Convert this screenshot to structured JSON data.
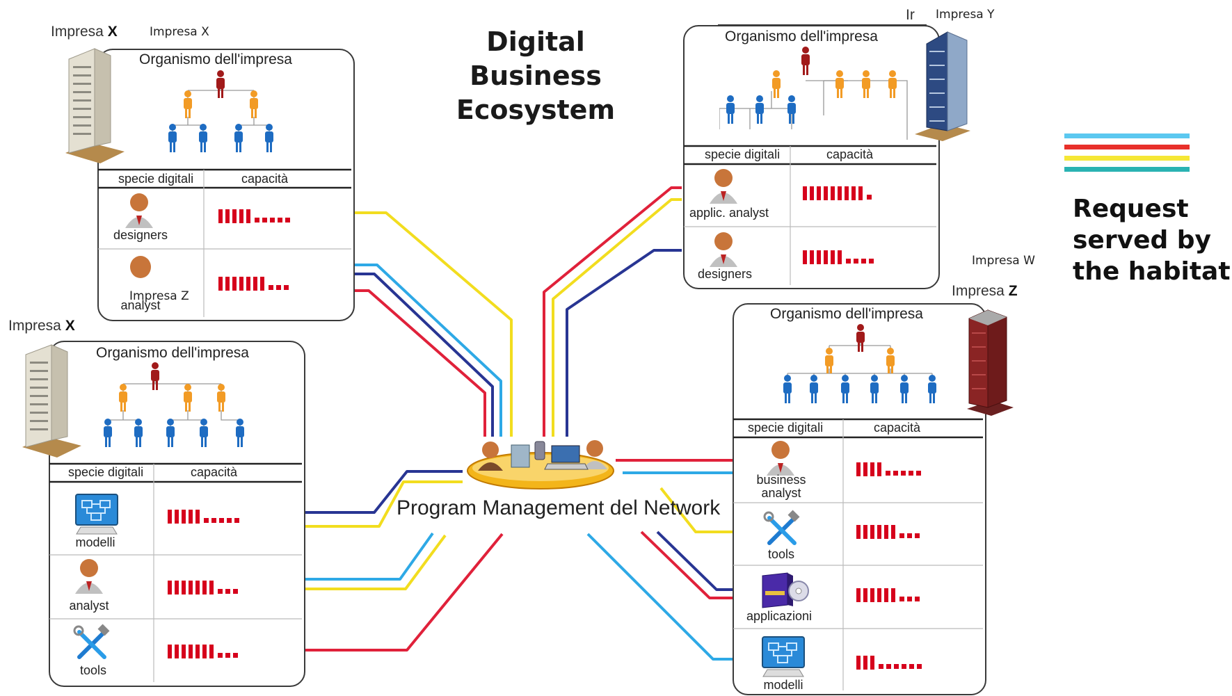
{
  "title": [
    "Digital",
    "Business",
    "Ecosystem"
  ],
  "hub": {
    "label": "Program Management del Network"
  },
  "legend": {
    "colors": [
      "#5bc8f0",
      "#e8302a",
      "#f5e735",
      "#2ab3b3"
    ],
    "lines": [
      "Request",
      "served by",
      "the habitat"
    ]
  },
  "wire_colors": {
    "yellow": "#f2dd1f",
    "cyan": "#2ea9e6",
    "navy": "#283593",
    "red": "#e0213a"
  },
  "bar_color": "#d6001c",
  "panels": {
    "top_left": {
      "company": "Impresa",
      "company_letter": "X",
      "floating_label": "Impresa X",
      "organism": "Organismo dell'impresa",
      "col_species": "specie digitali",
      "col_capacity": "capacità",
      "rows": [
        {
          "label": "designers",
          "icon": "person-icon",
          "solid": 5,
          "dashes": 5
        },
        {
          "label": "analyst",
          "icon": "person-icon",
          "solid": 7,
          "dashes": 3
        }
      ],
      "overlay_label": "Impresa Z"
    },
    "bottom_left": {
      "company": "Impresa",
      "company_letter": "X",
      "organism": "Organismo dell'impresa",
      "col_species": "specie digitali",
      "col_capacity": "capacità",
      "rows": [
        {
          "label": "modelli",
          "icon": "model-screen-icon",
          "solid": 5,
          "dashes": 5
        },
        {
          "label": "analyst",
          "icon": "person-icon",
          "solid": 7,
          "dashes": 3
        },
        {
          "label": "tools",
          "icon": "tools-icon",
          "solid": 7,
          "dashes": 3
        }
      ]
    },
    "top_right": {
      "cut_label": "Ir",
      "floating_label": "Impresa Y",
      "organism": "Organismo dell'impresa",
      "col_species": "specie digitali",
      "col_capacity": "capacità",
      "rows": [
        {
          "label": "applic. analyst",
          "icon": "person-icon",
          "solid": 9,
          "dashes": 1
        },
        {
          "label": "designers",
          "icon": "person-icon",
          "solid": 6,
          "dashes": 4
        }
      ]
    },
    "bottom_right": {
      "floating_label": "Impresa W",
      "company": "Impresa",
      "company_letter": "Z",
      "organism": "Organismo dell'impresa",
      "col_species": "specie digitali",
      "col_capacity": "capacità",
      "rows": [
        {
          "label": "business\nanalyst",
          "icon": "person-icon",
          "solid": 4,
          "dashes": 5
        },
        {
          "label": "tools",
          "icon": "tools-icon",
          "solid": 6,
          "dashes": 3
        },
        {
          "label": "applicazioni",
          "icon": "software-box-icon",
          "solid": 6,
          "dashes": 3
        },
        {
          "label": "modelli",
          "icon": "model-screen-icon",
          "solid": 3,
          "dashes": 6
        }
      ]
    }
  }
}
